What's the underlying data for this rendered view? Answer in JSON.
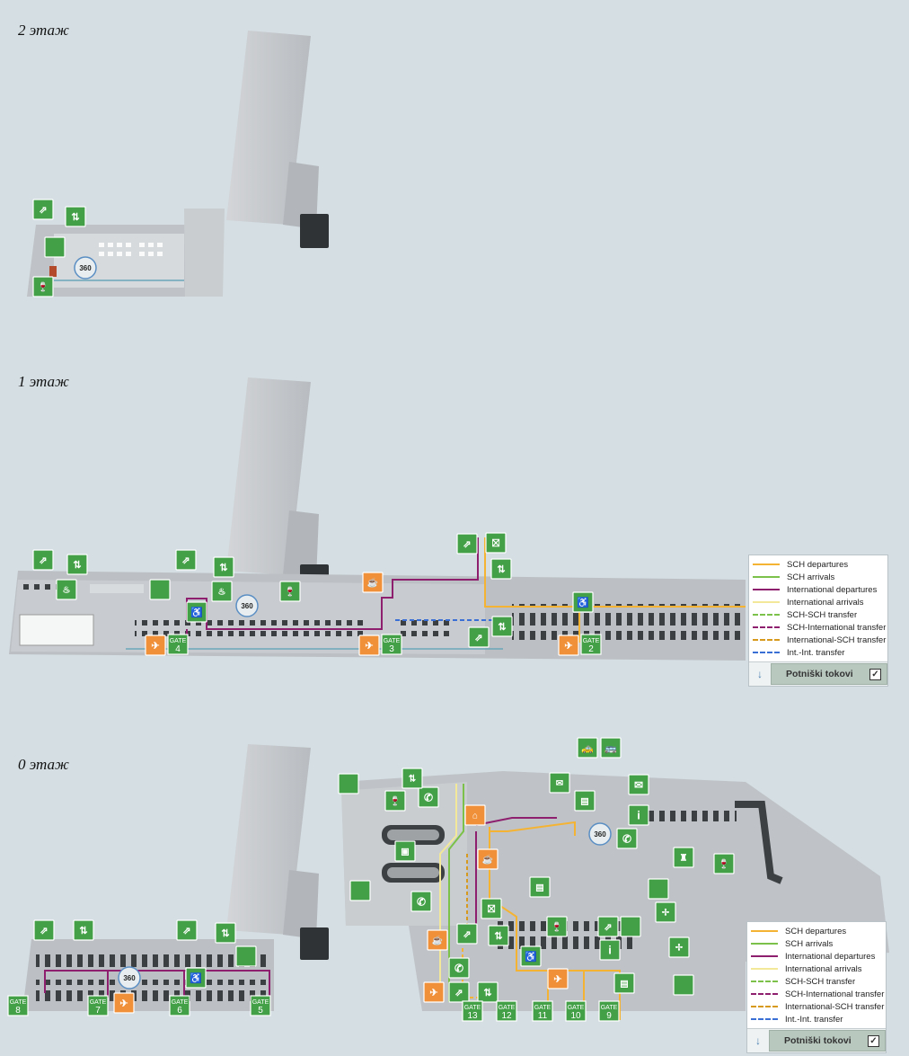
{
  "floors": {
    "floor2": "2 этаж",
    "floor1": "1 этаж",
    "floor0": "0 этаж"
  },
  "gates": {
    "g1": [
      "4",
      "3",
      "2"
    ],
    "g0": [
      "8",
      "7",
      "6",
      "5",
      "13",
      "12",
      "11",
      "10",
      "9"
    ],
    "gate_word": "GATE"
  },
  "icons": {
    "wc": "WC",
    "ps": "PS",
    "vip": "VIP",
    "pano": "360"
  },
  "legend": {
    "items": [
      {
        "label": "SCH departures",
        "color": "#f5b333",
        "style": "solid"
      },
      {
        "label": "SCH arrivals",
        "color": "#7cc24a",
        "style": "solid"
      },
      {
        "label": "International departures",
        "color": "#8e1f6f",
        "style": "solid"
      },
      {
        "label": "International arrivals",
        "color": "#f3e79a",
        "style": "solid"
      },
      {
        "label": "SCH-SCH transfer",
        "color": "#7cc24a",
        "style": "dashed"
      },
      {
        "label": "SCH-International transfer",
        "color": "#8e1f6f",
        "style": "dashed"
      },
      {
        "label": "International-SCH transfer",
        "color": "#d89a1c",
        "style": "dashed"
      },
      {
        "label": "Int.-Int. transfer",
        "color": "#3a6fd6",
        "style": "dashed"
      }
    ],
    "button": "Potniški tokovi",
    "arrow": "↓",
    "check": "✓"
  },
  "colors": {
    "background": "#d4dee3",
    "green_icon": "#43a047",
    "orange_icon": "#f0913a",
    "building": "#c4c8cc"
  }
}
